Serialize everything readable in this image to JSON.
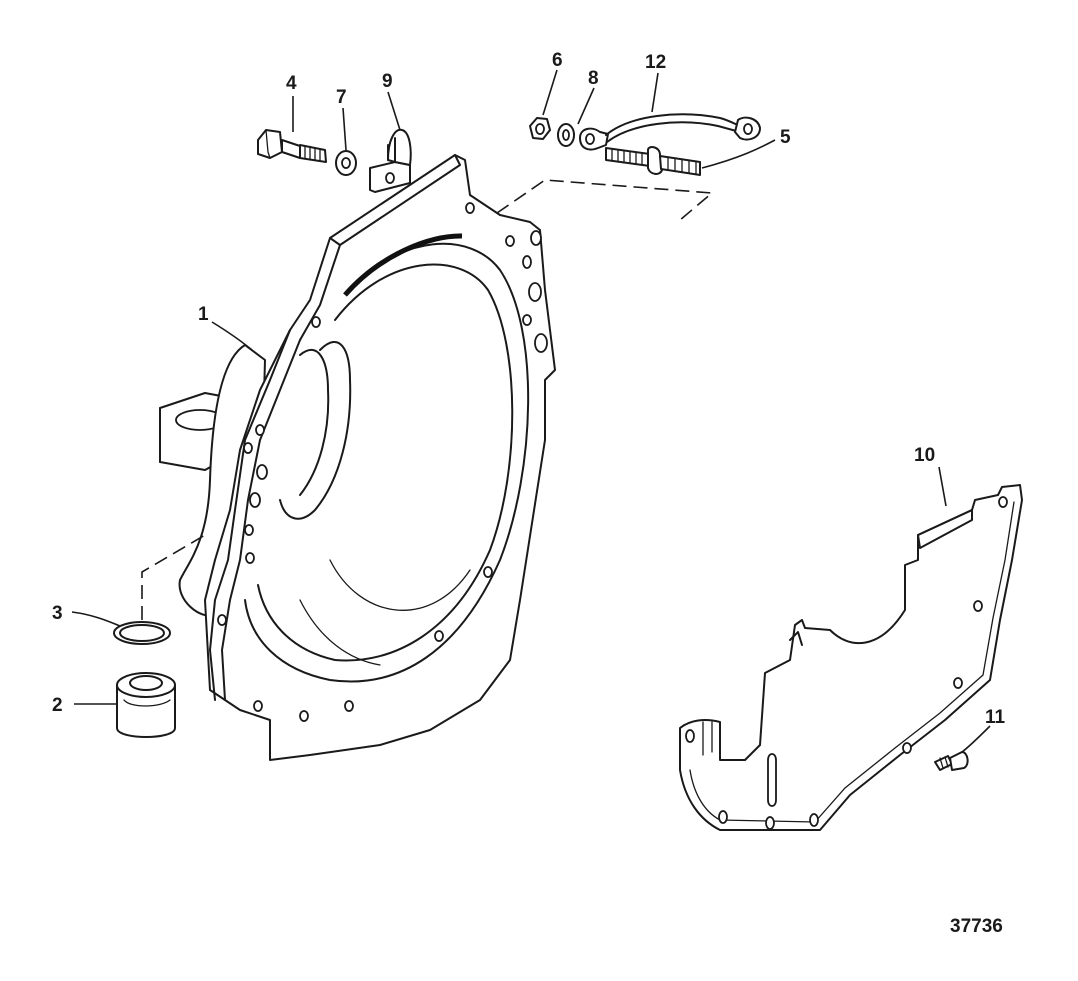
{
  "callouts": {
    "c1": "1",
    "c2": "2",
    "c3": "3",
    "c4": "4",
    "c5": "5",
    "c6": "6",
    "c7": "7",
    "c8": "8",
    "c9": "9",
    "c10": "10",
    "c11": "11",
    "c12": "12"
  },
  "figure_number": "37736"
}
